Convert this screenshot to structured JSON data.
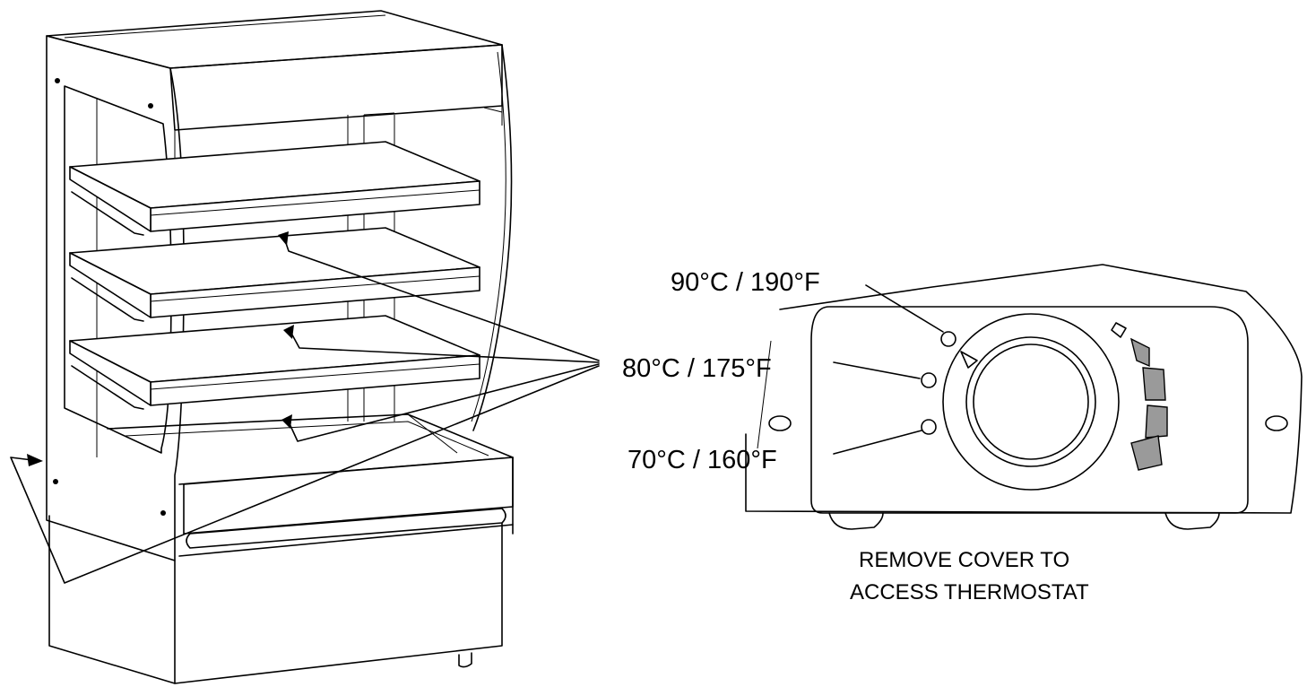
{
  "labels": {
    "setting_high": "90°C / 190°F",
    "setting_mid": "80°C / 175°F",
    "setting_low": "70°C / 160°F"
  },
  "caption": {
    "line1": "REMOVE COVER TO",
    "line2": "ACCESS THERMOSTAT"
  },
  "colors": {
    "line": "#000000",
    "indicator_fill": "#9a9a9a",
    "background": "#ffffff"
  }
}
